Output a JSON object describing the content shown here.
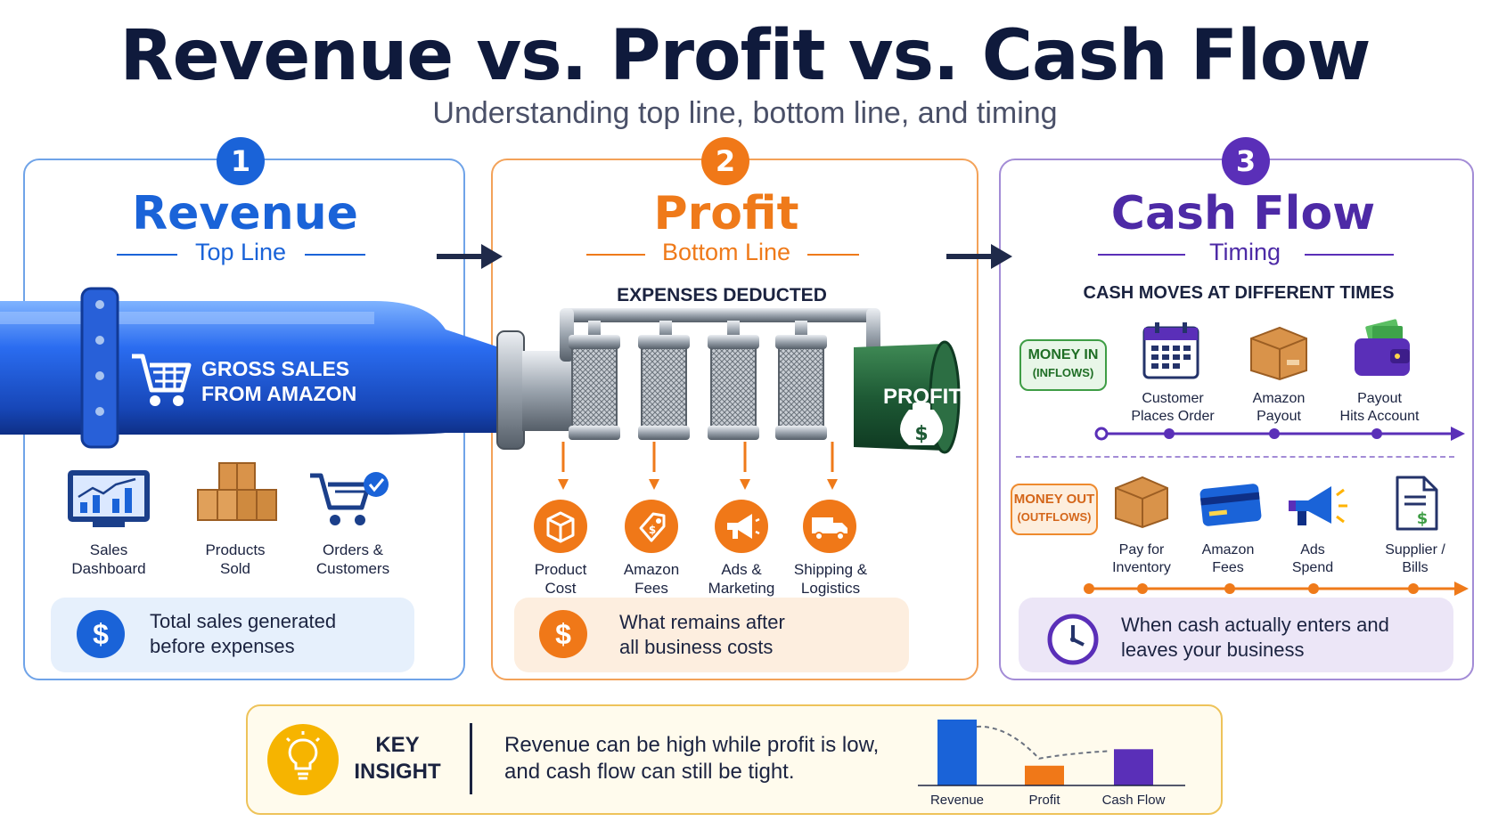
{
  "header": {
    "title": "Revenue vs. Profit vs. Cash Flow",
    "subtitle": "Understanding top line, bottom line, and timing"
  },
  "colors": {
    "revenue": "#1a63d8",
    "profit": "#ef7a1a",
    "cashflow": "#5a2fb8",
    "profit_pipe": "#1e5a35",
    "money_in": "#3e9d45"
  },
  "revenue": {
    "step": "1",
    "title": "Revenue",
    "subtitle": "Top Line",
    "pipe_label_line1": "GROSS SALES",
    "pipe_label_line2": "FROM AMAZON",
    "items": [
      {
        "icon": "dashboard-chart-icon",
        "line1": "Sales",
        "line2": "Dashboard"
      },
      {
        "icon": "boxes-icon",
        "line1": "Products",
        "line2": "Sold"
      },
      {
        "icon": "cart-check-icon",
        "line1": "Orders &",
        "line2": "Customers"
      }
    ],
    "note_line1": "Total sales generated",
    "note_line2": "before expenses"
  },
  "profit": {
    "step": "2",
    "title": "Profit",
    "subtitle": "Bottom Line",
    "heading": "EXPENSES DEDUCTED",
    "pipe_label": "PROFIT",
    "expenses": [
      {
        "icon": "box-icon",
        "line1": "Product",
        "line2": "Cost"
      },
      {
        "icon": "price-tag-icon",
        "line1": "Amazon",
        "line2": "Fees"
      },
      {
        "icon": "megaphone-icon",
        "line1": "Ads &",
        "line2": "Marketing"
      },
      {
        "icon": "truck-icon",
        "line1": "Shipping &",
        "line2": "Logistics"
      }
    ],
    "note_line1": "What remains after",
    "note_line2": "all business costs"
  },
  "cashflow": {
    "step": "3",
    "title": "Cash Flow",
    "subtitle": "Timing",
    "heading": "CASH MOVES AT DIFFERENT TIMES",
    "money_in_line1": "MONEY IN",
    "money_in_line2": "(INFLOWS)",
    "inflows": [
      {
        "icon": "calendar-icon",
        "line1": "Customer",
        "line2": "Places Order"
      },
      {
        "icon": "package-icon",
        "line1": "Amazon",
        "line2": "Payout"
      },
      {
        "icon": "wallet-icon",
        "line1": "Payout",
        "line2": "Hits Account"
      }
    ],
    "money_out_line1": "MONEY OUT",
    "money_out_line2": "(OUTFLOWS)",
    "outflows": [
      {
        "icon": "package-icon",
        "line1": "Pay for",
        "line2": "Inventory"
      },
      {
        "icon": "credit-card-icon",
        "line1": "Amazon",
        "line2": "Fees"
      },
      {
        "icon": "megaphone-icon",
        "line1": "Ads",
        "line2": "Spend"
      },
      {
        "icon": "bill-icon",
        "line1": "Supplier /",
        "line2": "Bills"
      }
    ],
    "note_line1": "When cash actually enters and",
    "note_line2": "leaves your business"
  },
  "insight": {
    "label_line1": "KEY",
    "label_line2": "INSIGHT",
    "text_line1": "Revenue can be high while profit is low,",
    "text_line2": "and cash flow can still be tight."
  },
  "chart_data": {
    "type": "bar",
    "categories": [
      "Revenue",
      "Profit",
      "Cash Flow"
    ],
    "values": [
      100,
      30,
      55
    ],
    "ylim": [
      0,
      100
    ],
    "colors": [
      "#1a63d8",
      "#f07818",
      "#5a2fb8"
    ],
    "grid": false,
    "title": "",
    "xlabel": "",
    "ylabel": ""
  }
}
